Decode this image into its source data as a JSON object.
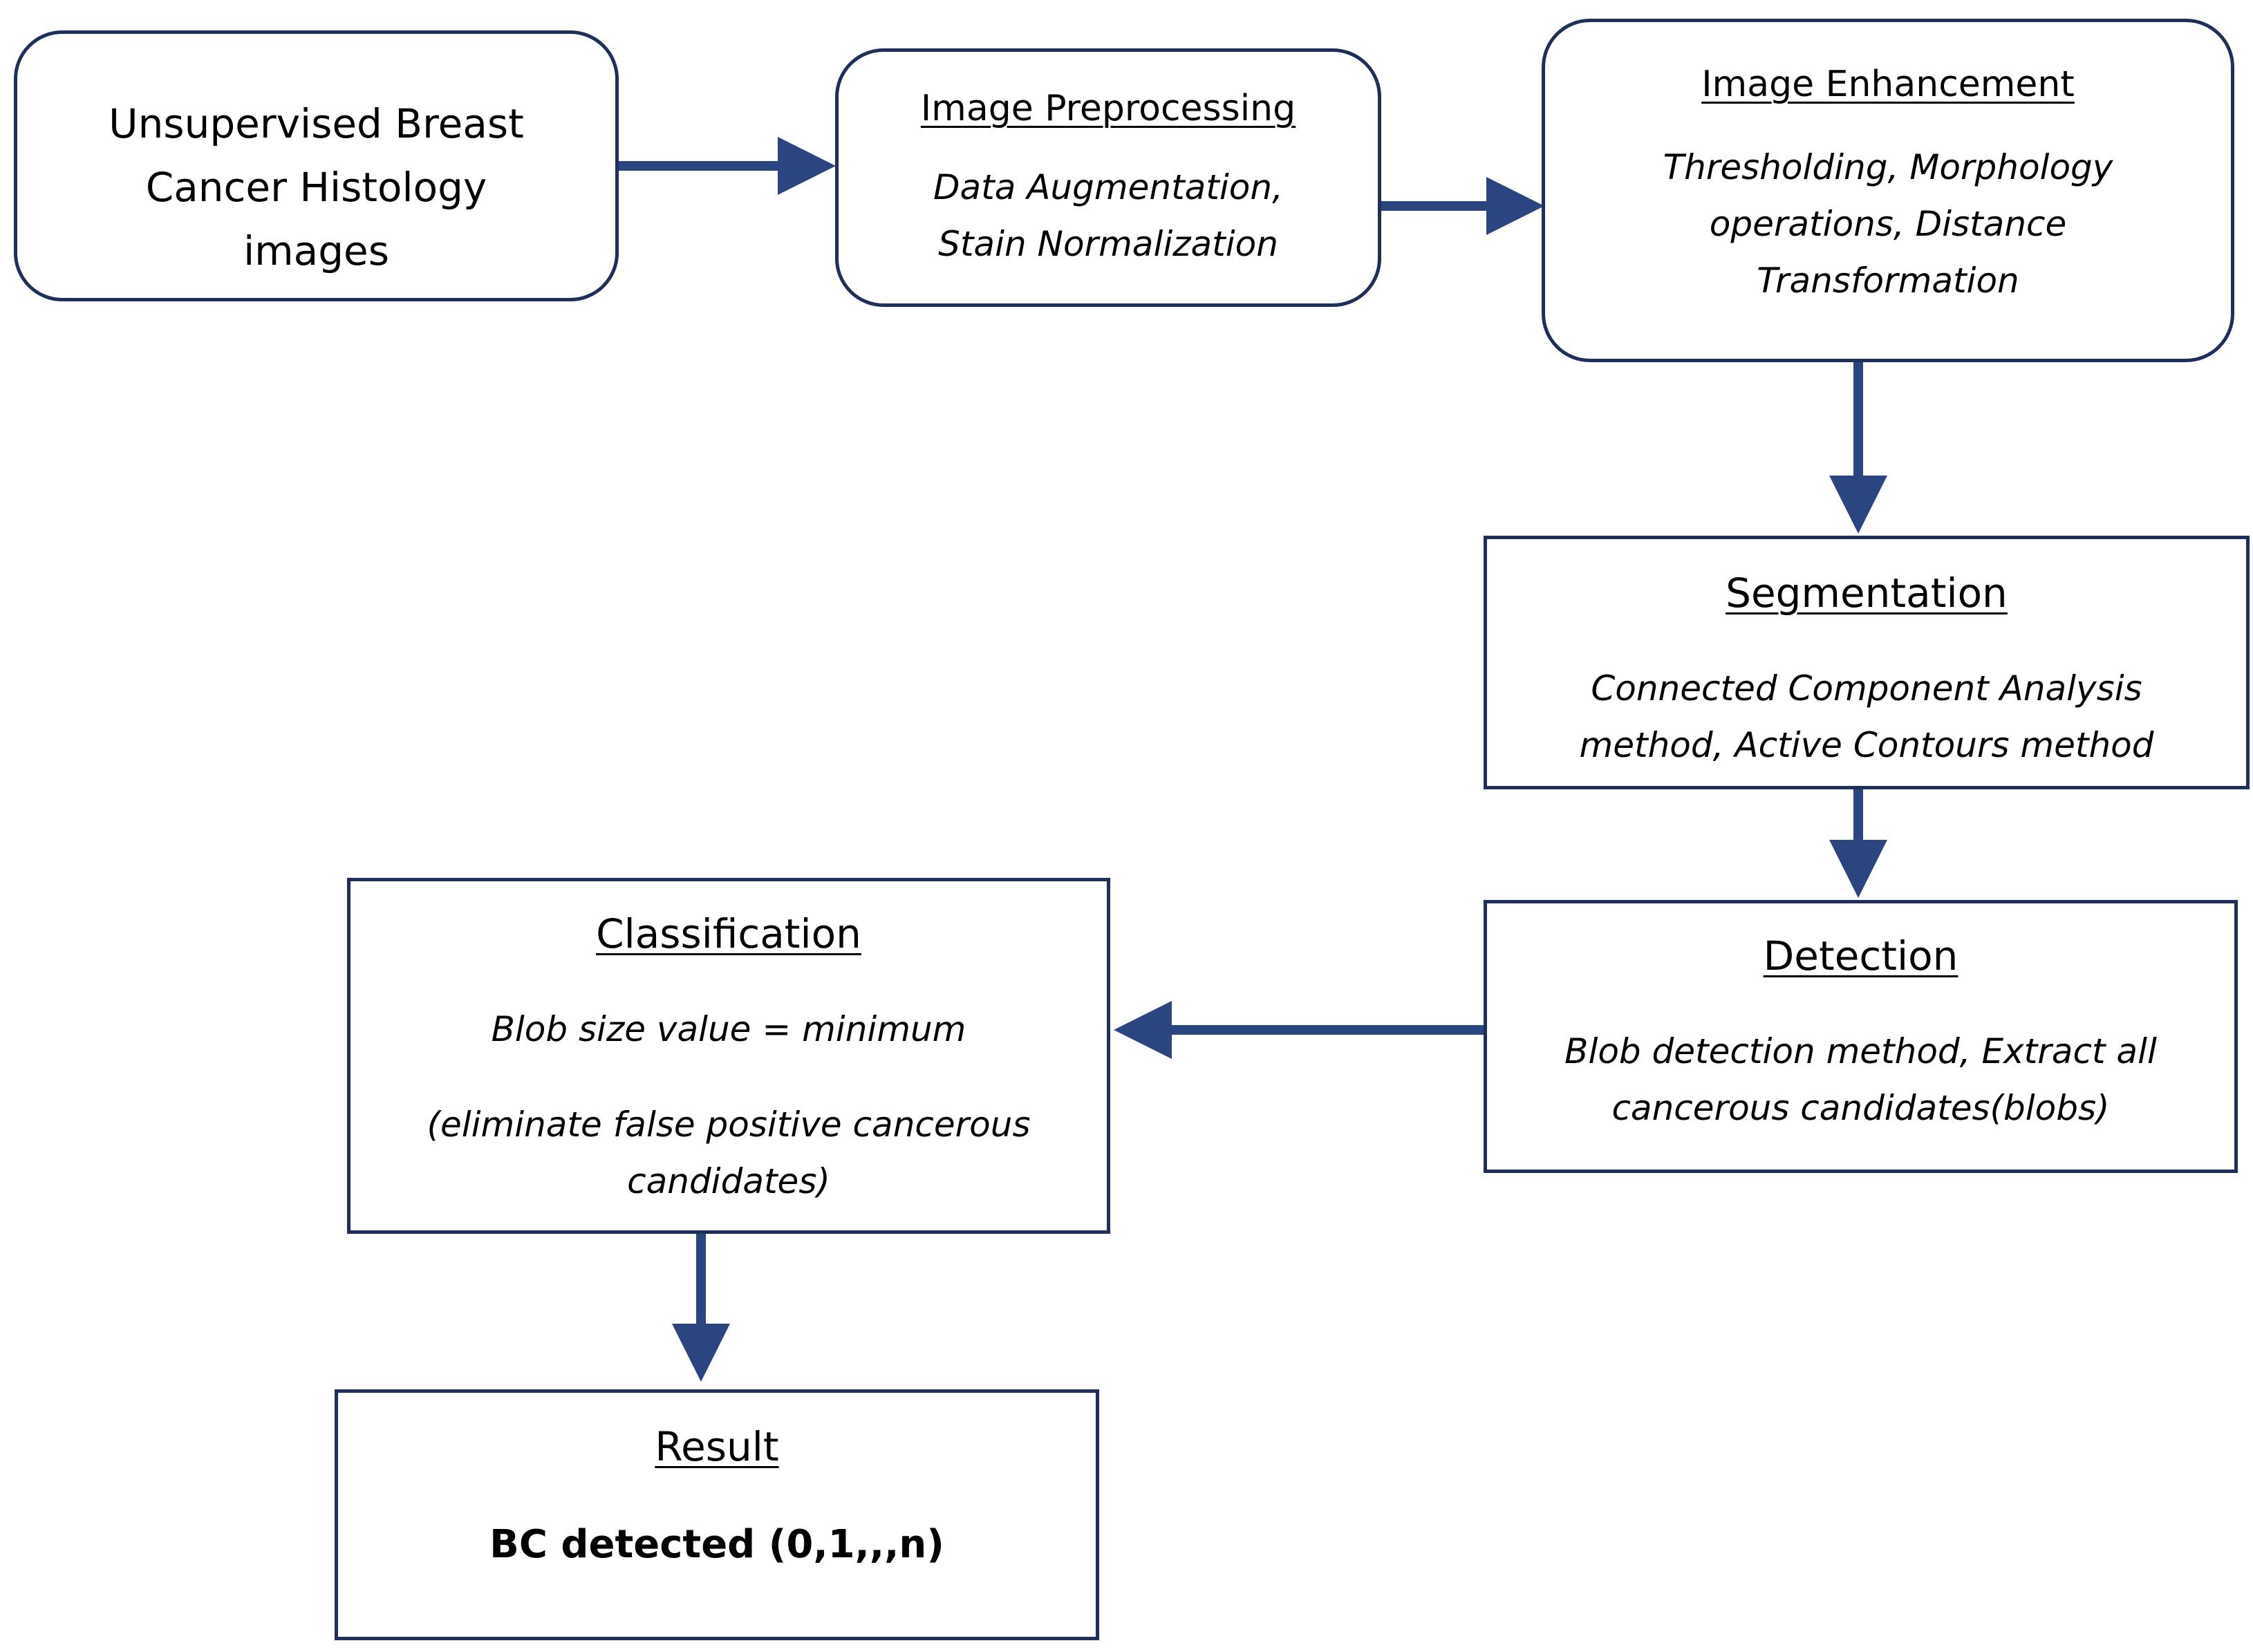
{
  "nodes": {
    "input": {
      "label": "Unsupervised Breast Cancer Histology images"
    },
    "preprocessing": {
      "title": "Image Preprocessing",
      "body": "Data Augmentation, Stain Normalization"
    },
    "enhancement": {
      "title": "Image Enhancement",
      "body": "Thresholding, Morphology operations, Distance Transformation"
    },
    "segmentation": {
      "title": "Segmentation",
      "body": "Connected Component Analysis method, Active Contours method"
    },
    "detection": {
      "title": "Detection",
      "body": "Blob detection method, Extract all cancerous candidates(blobs)"
    },
    "classification": {
      "title": "Classification",
      "body1": "Blob size value = minimum",
      "body2": "(eliminate false positive cancerous candidates)"
    },
    "result": {
      "title": "Result",
      "body": "BC detected (0,1,,,n)"
    }
  },
  "colors": {
    "border": "#1f2f5c",
    "arrow": "#2a4580"
  }
}
